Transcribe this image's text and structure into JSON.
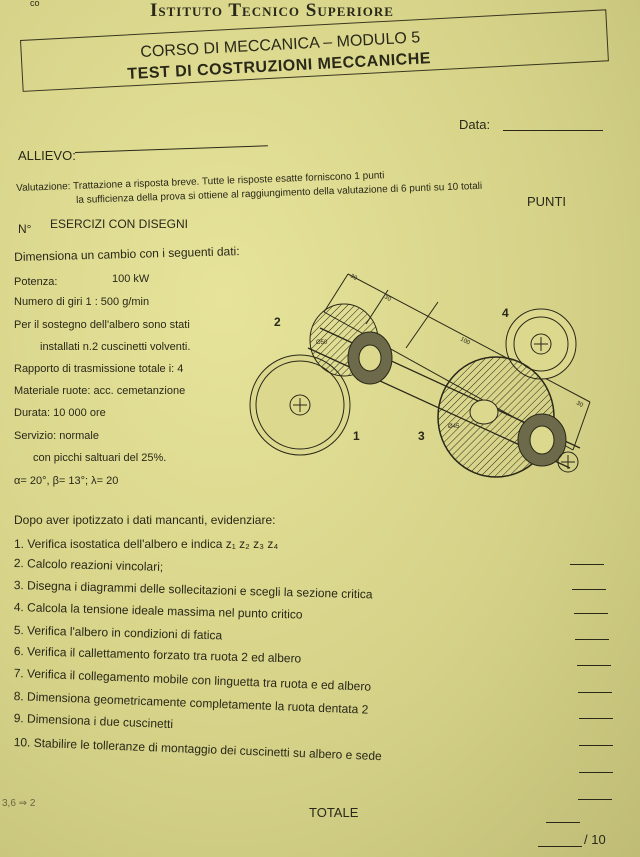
{
  "header": {
    "corner": "co",
    "institute": "Istituto Tecnico Superiore",
    "course": "CORSO DI MECCANICA – MODULO 5",
    "test_title": "TEST DI COSTRUZIONI MECCANICHE"
  },
  "form": {
    "data_label": "Data:",
    "allievo_label": "ALLIEVO:",
    "valutazione_label": "Valutazione:",
    "valutazione_line1": "Trattazione a risposta breve. Tutte le risposte esatte forniscono 1 punti",
    "valutazione_line2": "la sufficienza della prova si ottiene al raggiungimento della valutazione di 6 punti su 10 totali",
    "punti": "PUNTI",
    "num_label": "N°",
    "section": "ESERCIZI CON DISEGNI"
  },
  "problem": {
    "intro": "Dimensiona un cambio con i seguenti dati:",
    "potenza_label": "Potenza:",
    "potenza_value": "100  kW",
    "giri": "Numero di giri 1 : 500 g/min",
    "sostegno1": "Per il sostegno dell'albero sono stati",
    "sostegno2": "installati n.2 cuscinetti volventi.",
    "rapporto": "Rapporto di trasmissione totale  i: 4",
    "materiale": "Materiale ruote: acc. cemetanzione",
    "durata": "Durata: 10 000 ore",
    "servizio": "Servizio: normale",
    "picchi": "con picchi saltuari del 25%.",
    "angoli": "α= 20°,  β= 13°;  λ= 20"
  },
  "diagram": {
    "labels": {
      "wheel1": "1",
      "wheel2": "2",
      "wheel3": "3",
      "wheel4": "4"
    },
    "dims": [
      "30",
      "30",
      "100",
      "30"
    ],
    "small": [
      "Ø50",
      "Ø45"
    ]
  },
  "tasks": {
    "intro": "Dopo aver ipotizzato i dati mancanti, evidenziare:",
    "items": [
      "1.  Verifica isostatica dell'albero e indica z₁ z₂  z₃  z₄",
      "2.  Calcolo reazioni vincolari;",
      "3.  Disegna i diagrammi delle sollecitazioni e scegli la sezione critica",
      "4.  Calcola la tensione ideale massima nel punto critico",
      "5.  Verifica l'albero in condizioni di fatica",
      "6.  Verifica il callettamento forzato tra ruota 2 ed albero",
      "7.  Verifica il collegamento mobile con linguetta tra ruota e ed albero",
      "8.  Dimensiona geometricamente completamente la ruota dentata 2",
      "9.  Dimensiona i due cuscinetti",
      "10. Stabilire le tolleranze di montaggio dei cuscinetti su albero e sede"
    ]
  },
  "footer": {
    "handwritten": "3,6 ⇒ 2",
    "totale": "TOTALE",
    "score": "/ 10"
  },
  "colors": {
    "paper": "#dedb92",
    "ink": "#2a2818"
  }
}
